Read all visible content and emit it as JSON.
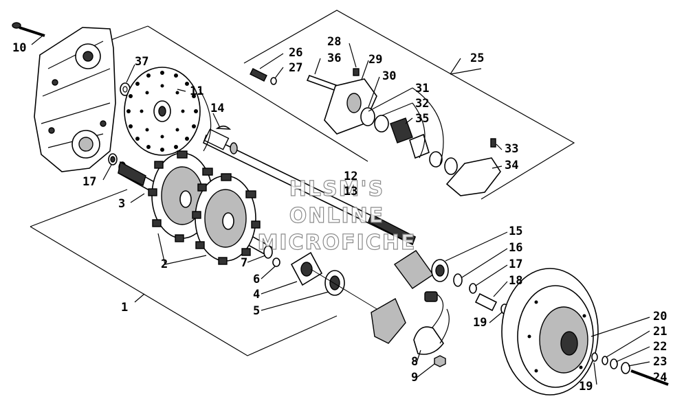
{
  "watermark": {
    "line1": "HLSM'S",
    "line2": "ONLINE",
    "line3": "MICROFICHE"
  },
  "callouts": [
    {
      "id": "1",
      "text": "1"
    },
    {
      "id": "2",
      "text": "2"
    },
    {
      "id": "3",
      "text": "3"
    },
    {
      "id": "4",
      "text": "4"
    },
    {
      "id": "5",
      "text": "5"
    },
    {
      "id": "6",
      "text": "6"
    },
    {
      "id": "7",
      "text": "7"
    },
    {
      "id": "8",
      "text": "8"
    },
    {
      "id": "9",
      "text": "9"
    },
    {
      "id": "10",
      "text": "10"
    },
    {
      "id": "11",
      "text": "11"
    },
    {
      "id": "12",
      "text": "12"
    },
    {
      "id": "13",
      "text": "13"
    },
    {
      "id": "14",
      "text": "14"
    },
    {
      "id": "15",
      "text": "15"
    },
    {
      "id": "16",
      "text": "16"
    },
    {
      "id": "17a",
      "text": "17"
    },
    {
      "id": "17b",
      "text": "17"
    },
    {
      "id": "18",
      "text": "18"
    },
    {
      "id": "19a",
      "text": "19"
    },
    {
      "id": "19b",
      "text": "19"
    },
    {
      "id": "20",
      "text": "20"
    },
    {
      "id": "21",
      "text": "21"
    },
    {
      "id": "22",
      "text": "22"
    },
    {
      "id": "23",
      "text": "23"
    },
    {
      "id": "24",
      "text": "24"
    },
    {
      "id": "25",
      "text": "25"
    },
    {
      "id": "26",
      "text": "26"
    },
    {
      "id": "27",
      "text": "27"
    },
    {
      "id": "28",
      "text": "28"
    },
    {
      "id": "29",
      "text": "29"
    },
    {
      "id": "30",
      "text": "30"
    },
    {
      "id": "31",
      "text": "31"
    },
    {
      "id": "32",
      "text": "32"
    },
    {
      "id": "33",
      "text": "33"
    },
    {
      "id": "34",
      "text": "34"
    },
    {
      "id": "35",
      "text": "35"
    },
    {
      "id": "36",
      "text": "36"
    },
    {
      "id": "37",
      "text": "37"
    }
  ]
}
